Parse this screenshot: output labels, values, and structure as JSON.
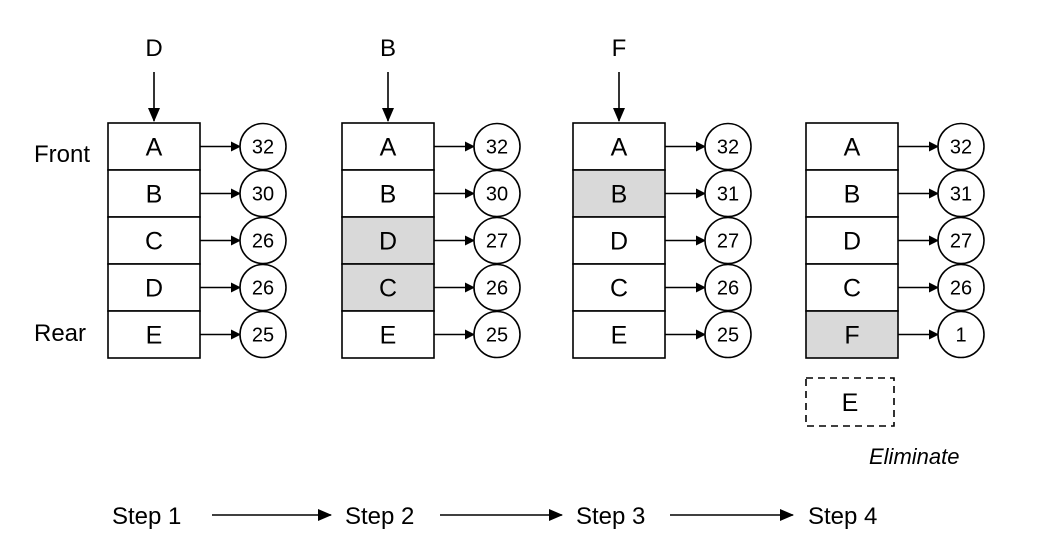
{
  "labels": {
    "front": "Front",
    "rear": "Rear",
    "eliminate": "Eliminate"
  },
  "steps": [
    {
      "name": "Step 1",
      "incoming": "D",
      "rows": [
        {
          "key": "A",
          "count": "32",
          "highlighted": false
        },
        {
          "key": "B",
          "count": "30",
          "highlighted": false
        },
        {
          "key": "C",
          "count": "26",
          "highlighted": false
        },
        {
          "key": "D",
          "count": "26",
          "highlighted": false
        },
        {
          "key": "E",
          "count": "25",
          "highlighted": false
        }
      ]
    },
    {
      "name": "Step 2",
      "incoming": "B",
      "rows": [
        {
          "key": "A",
          "count": "32",
          "highlighted": false
        },
        {
          "key": "B",
          "count": "30",
          "highlighted": false
        },
        {
          "key": "D",
          "count": "27",
          "highlighted": true
        },
        {
          "key": "C",
          "count": "26",
          "highlighted": true
        },
        {
          "key": "E",
          "count": "25",
          "highlighted": false
        }
      ]
    },
    {
      "name": "Step 3",
      "incoming": "F",
      "rows": [
        {
          "key": "A",
          "count": "32",
          "highlighted": false
        },
        {
          "key": "B",
          "count": "31",
          "highlighted": true
        },
        {
          "key": "D",
          "count": "27",
          "highlighted": false
        },
        {
          "key": "C",
          "count": "26",
          "highlighted": false
        },
        {
          "key": "E",
          "count": "25",
          "highlighted": false
        }
      ]
    },
    {
      "name": "Step 4",
      "incoming": "",
      "rows": [
        {
          "key": "A",
          "count": "32",
          "highlighted": false
        },
        {
          "key": "B",
          "count": "31",
          "highlighted": false
        },
        {
          "key": "D",
          "count": "27",
          "highlighted": false
        },
        {
          "key": "C",
          "count": "26",
          "highlighted": false
        },
        {
          "key": "F",
          "count": "1",
          "highlighted": true
        }
      ],
      "evicted": "E"
    }
  ],
  "colors": {
    "highlight": "#d9d9d9",
    "stroke": "#000000",
    "background": "#ffffff"
  }
}
